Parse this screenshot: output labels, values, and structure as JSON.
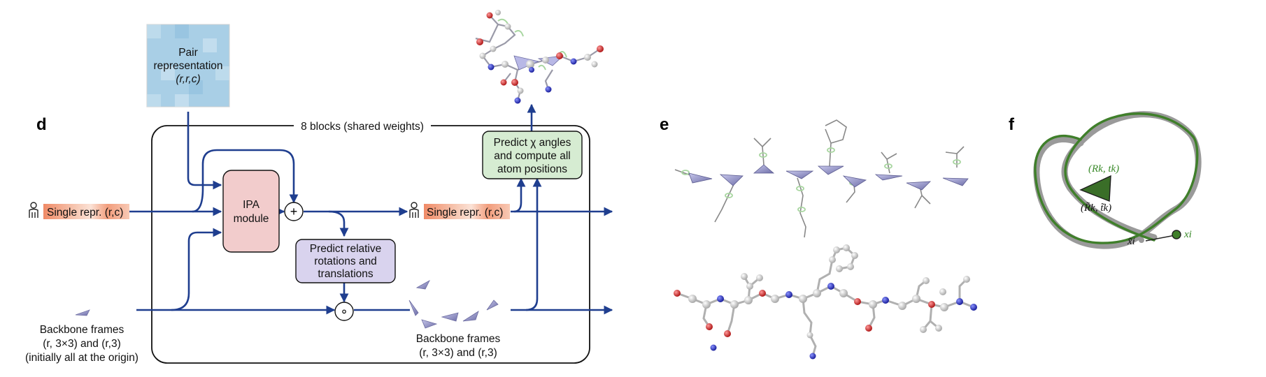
{
  "panel_d": {
    "letter": "d",
    "block_label": "8 blocks (shared weights)",
    "pair_box": {
      "line1": "Pair",
      "line2": "representation",
      "line3": "(r,r,c)"
    },
    "single_in": "Single repr. (r,c)",
    "single_out": "Single repr. (r,c)",
    "ipa": {
      "line1": "IPA",
      "line2": "module"
    },
    "predict_rel": {
      "line1": "Predict relative",
      "line2": "rotations and",
      "line3": "translations"
    },
    "predict_chi": {
      "line1": "Predict χ angles",
      "line2": "and compute all",
      "line3": "atom positions"
    },
    "bb_in": {
      "line1": "Backbone frames",
      "line2": "(r, 3×3) and (r,3)",
      "line3": "(initially all at the origin)"
    },
    "bb_out": {
      "line1": "Backbone frames",
      "line2": "(r, 3×3) and (r,3)"
    },
    "plus_symbol": "+",
    "compose_symbol": "∘",
    "colors": {
      "arrow": "#1f3e8f",
      "ipa_fill": "#f2cccc",
      "predict_rel_fill": "#d9d3ee",
      "predict_chi_fill": "#d6ecd2",
      "single_fill": "#f4b49a",
      "pair_fill": "#a9cfe6"
    }
  },
  "panel_e": {
    "letter": "e"
  },
  "panel_f": {
    "letter": "f",
    "label_frame_true": "(Rk, tk)",
    "label_frame_pred": "(R̃k, t̃k)",
    "label_x_true": "xi",
    "label_x_pred": "x̃i",
    "colors": {
      "true_backbone": "#9a9a9a",
      "pred_backbone": "#3f7f2a"
    }
  }
}
